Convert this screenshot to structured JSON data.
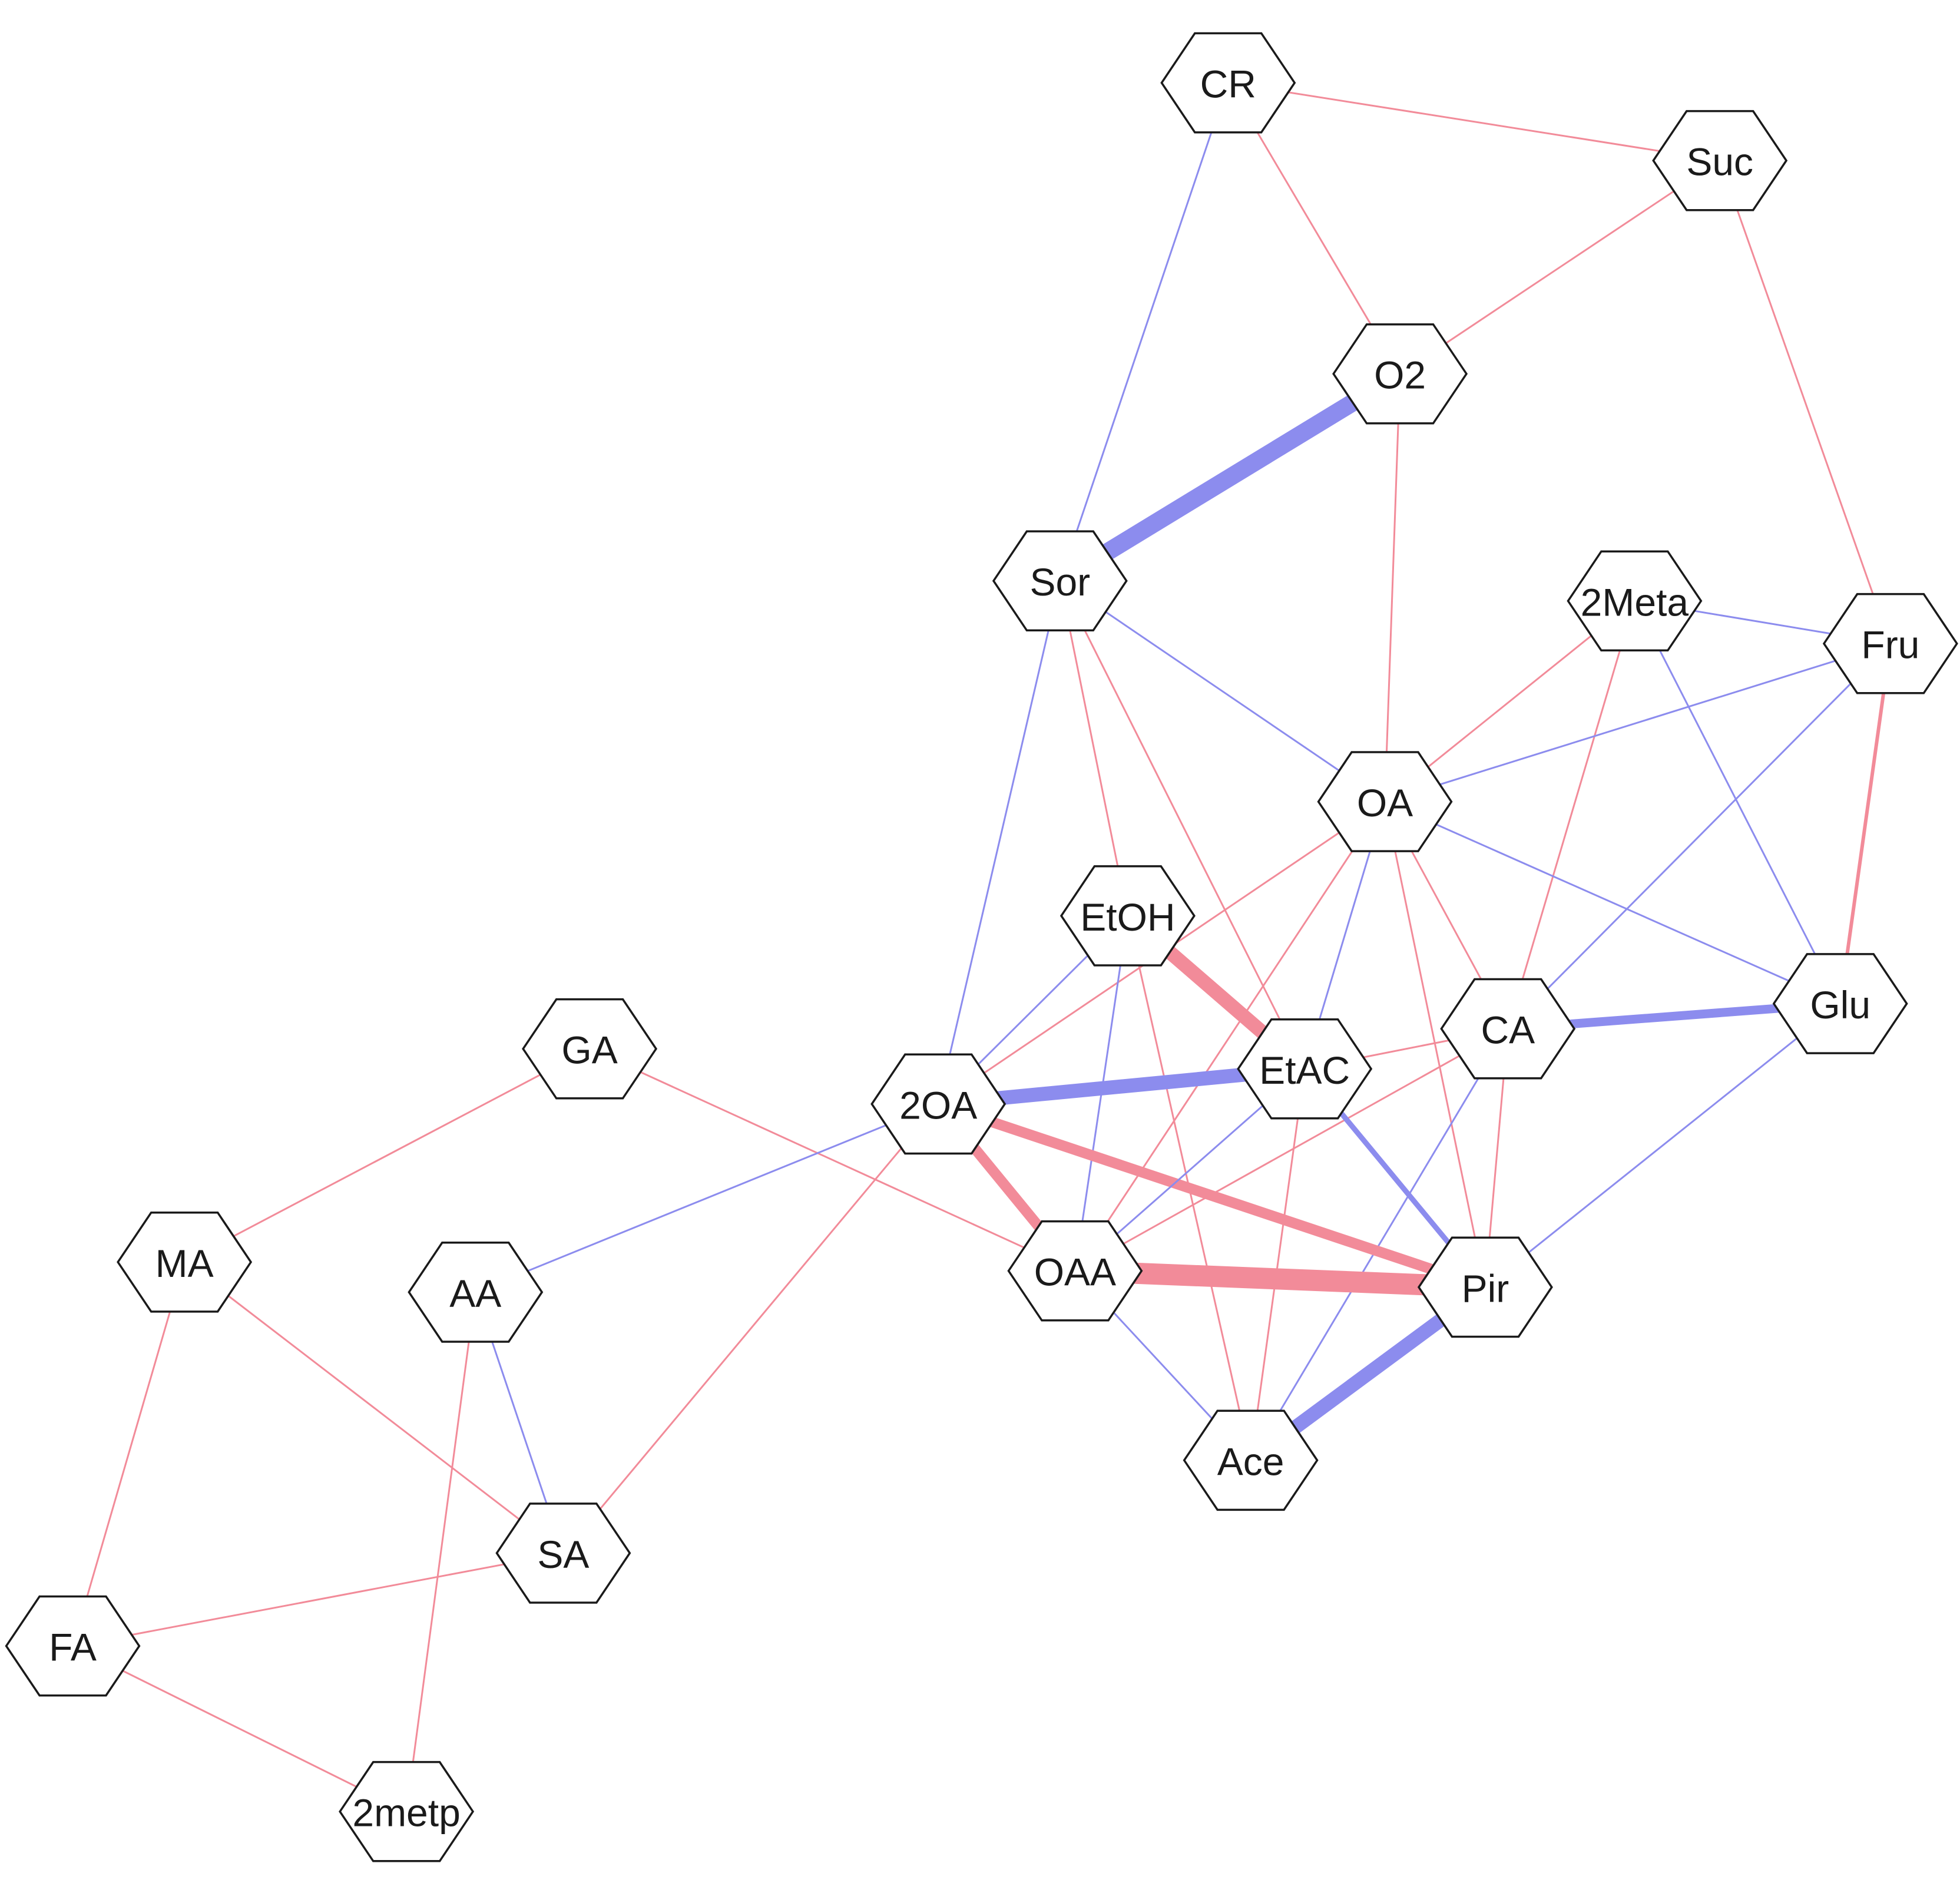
{
  "colors": {
    "positive": "#F28B99",
    "negative": "#8C8CEE",
    "node_fill": "#FFFFFF",
    "node_stroke": "#1A1A1A"
  },
  "nodes": [
    {
      "id": "CR",
      "label": "CR"
    },
    {
      "id": "Suc",
      "label": "Suc"
    },
    {
      "id": "O2",
      "label": "O2"
    },
    {
      "id": "Sor",
      "label": "Sor"
    },
    {
      "id": "2Meta",
      "label": "2Meta"
    },
    {
      "id": "Fru",
      "label": "Fru"
    },
    {
      "id": "OA",
      "label": "OA"
    },
    {
      "id": "EtOH",
      "label": "EtOH"
    },
    {
      "id": "CA",
      "label": "CA"
    },
    {
      "id": "Glu",
      "label": "Glu"
    },
    {
      "id": "GA",
      "label": "GA"
    },
    {
      "id": "2OA",
      "label": "2OA"
    },
    {
      "id": "EtAC",
      "label": "EtAC"
    },
    {
      "id": "MA",
      "label": "MA"
    },
    {
      "id": "AA",
      "label": "AA"
    },
    {
      "id": "OAA",
      "label": "OAA"
    },
    {
      "id": "Pir",
      "label": "Pir"
    },
    {
      "id": "Ace",
      "label": "Ace"
    },
    {
      "id": "SA",
      "label": "SA"
    },
    {
      "id": "FA",
      "label": "FA"
    },
    {
      "id": "2metp",
      "label": "2metp"
    }
  ],
  "edges": [
    {
      "source": "CR",
      "target": "Suc",
      "sign": "positive",
      "strength": 1
    },
    {
      "source": "CR",
      "target": "O2",
      "sign": "positive",
      "strength": 1
    },
    {
      "source": "CR",
      "target": "Sor",
      "sign": "negative",
      "strength": 1
    },
    {
      "source": "Suc",
      "target": "O2",
      "sign": "positive",
      "strength": 1
    },
    {
      "source": "Suc",
      "target": "Fru",
      "sign": "positive",
      "strength": 1
    },
    {
      "source": "O2",
      "target": "Sor",
      "sign": "negative",
      "strength": 10
    },
    {
      "source": "O2",
      "target": "OA",
      "sign": "positive",
      "strength": 1
    },
    {
      "source": "Sor",
      "target": "OA",
      "sign": "negative",
      "strength": 1
    },
    {
      "source": "Sor",
      "target": "EtOH",
      "sign": "positive",
      "strength": 1
    },
    {
      "source": "Sor",
      "target": "EtAC",
      "sign": "positive",
      "strength": 1
    },
    {
      "source": "Sor",
      "target": "2OA",
      "sign": "negative",
      "strength": 1
    },
    {
      "source": "2Meta",
      "target": "Fru",
      "sign": "negative",
      "strength": 1
    },
    {
      "source": "2Meta",
      "target": "OA",
      "sign": "positive",
      "strength": 1
    },
    {
      "source": "2Meta",
      "target": "CA",
      "sign": "positive",
      "strength": 1
    },
    {
      "source": "2Meta",
      "target": "Glu",
      "sign": "negative",
      "strength": 1
    },
    {
      "source": "Fru",
      "target": "OA",
      "sign": "negative",
      "strength": 1
    },
    {
      "source": "Fru",
      "target": "CA",
      "sign": "negative",
      "strength": 1
    },
    {
      "source": "Fru",
      "target": "Glu",
      "sign": "positive",
      "strength": 2
    },
    {
      "source": "OA",
      "target": "Glu",
      "sign": "negative",
      "strength": 1
    },
    {
      "source": "OA",
      "target": "CA",
      "sign": "positive",
      "strength": 1
    },
    {
      "source": "OA",
      "target": "Pir",
      "sign": "positive",
      "strength": 1
    },
    {
      "source": "OA",
      "target": "EtAC",
      "sign": "negative",
      "strength": 1
    },
    {
      "source": "OA",
      "target": "2OA",
      "sign": "positive",
      "strength": 1
    },
    {
      "source": "OA",
      "target": "OAA",
      "sign": "positive",
      "strength": 1
    },
    {
      "source": "EtOH",
      "target": "EtAC",
      "sign": "positive",
      "strength": 8
    },
    {
      "source": "EtOH",
      "target": "2OA",
      "sign": "negative",
      "strength": 1
    },
    {
      "source": "EtOH",
      "target": "OAA",
      "sign": "negative",
      "strength": 1
    },
    {
      "source": "EtOH",
      "target": "Ace",
      "sign": "positive",
      "strength": 1
    },
    {
      "source": "CA",
      "target": "Glu",
      "sign": "negative",
      "strength": 5
    },
    {
      "source": "CA",
      "target": "EtAC",
      "sign": "positive",
      "strength": 1
    },
    {
      "source": "CA",
      "target": "OAA",
      "sign": "positive",
      "strength": 1
    },
    {
      "source": "CA",
      "target": "Pir",
      "sign": "positive",
      "strength": 1
    },
    {
      "source": "CA",
      "target": "Ace",
      "sign": "negative",
      "strength": 1
    },
    {
      "source": "Glu",
      "target": "Pir",
      "sign": "negative",
      "strength": 1
    },
    {
      "source": "GA",
      "target": "MA",
      "sign": "positive",
      "strength": 1
    },
    {
      "source": "GA",
      "target": "OAA",
      "sign": "positive",
      "strength": 1
    },
    {
      "source": "2OA",
      "target": "EtAC",
      "sign": "negative",
      "strength": 8
    },
    {
      "source": "2OA",
      "target": "Pir",
      "sign": "positive",
      "strength": 6
    },
    {
      "source": "2OA",
      "target": "OAA",
      "sign": "positive",
      "strength": 6
    },
    {
      "source": "2OA",
      "target": "AA",
      "sign": "negative",
      "strength": 1
    },
    {
      "source": "2OA",
      "target": "SA",
      "sign": "positive",
      "strength": 1
    },
    {
      "source": "EtAC",
      "target": "Pir",
      "sign": "negative",
      "strength": 3
    },
    {
      "source": "EtAC",
      "target": "OAA",
      "sign": "negative",
      "strength": 1
    },
    {
      "source": "EtAC",
      "target": "Ace",
      "sign": "positive",
      "strength": 1
    },
    {
      "source": "OAA",
      "target": "Pir",
      "sign": "positive",
      "strength": 12
    },
    {
      "source": "OAA",
      "target": "Ace",
      "sign": "negative",
      "strength": 1
    },
    {
      "source": "Pir",
      "target": "Ace",
      "sign": "negative",
      "strength": 8
    },
    {
      "source": "MA",
      "target": "SA",
      "sign": "positive",
      "strength": 1
    },
    {
      "source": "MA",
      "target": "FA",
      "sign": "positive",
      "strength": 1
    },
    {
      "source": "AA",
      "target": "SA",
      "sign": "negative",
      "strength": 1
    },
    {
      "source": "AA",
      "target": "2metp",
      "sign": "positive",
      "strength": 1
    },
    {
      "source": "SA",
      "target": "FA",
      "sign": "positive",
      "strength": 1
    },
    {
      "source": "FA",
      "target": "2metp",
      "sign": "positive",
      "strength": 1
    }
  ]
}
